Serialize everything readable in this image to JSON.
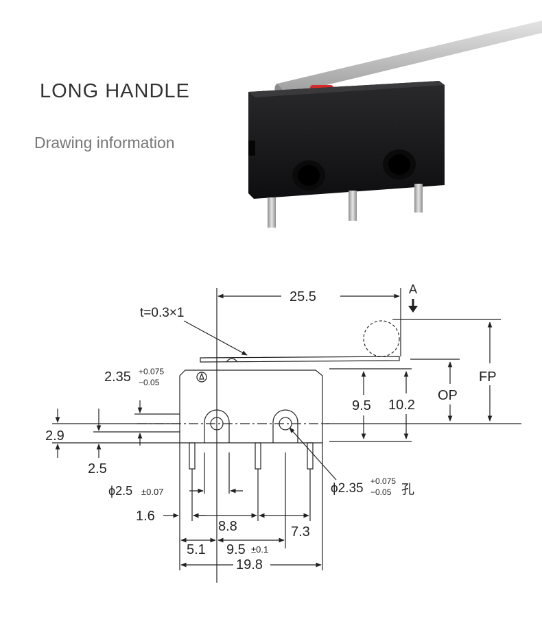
{
  "header": {
    "title": "LONG HANDLE",
    "subtitle": "Drawing information"
  },
  "icons": {
    "product_photo": "microswitch-photo",
    "view_arrow": "arrow-down-icon"
  },
  "colors": {
    "switch_body": "#1c1c1e",
    "plunger": "#d62a2a",
    "lever": "#b8b8b8",
    "line": "#222222"
  },
  "drawing": {
    "view_label": "A",
    "thickness": "t=0.3×1",
    "dim_25_5": "25.5",
    "tol_base": "2.35",
    "tol_plus": "+0.075",
    "tol_minus": "−0.05",
    "dim_9_5": "9.5",
    "dim_10_2": "10.2",
    "op": "OP",
    "fp": "FP",
    "dim_2_9": "2.9",
    "dim_2_5": "2.5",
    "hole_dia": "ϕ2.5",
    "hole_tol": "±0.07",
    "hole2_base": "ϕ2.35",
    "hole2_plus": "+0.075",
    "hole2_minus": "−0.05",
    "hole2_suffix": "孔",
    "dim_1_6": "1.6",
    "dim_8_8": "8.8",
    "dim_7_3": "7.3",
    "dim_5_1": "5.1",
    "dim_9_5b": "9.5",
    "dim_9_5b_tol": "±0.1",
    "dim_19_8": "19.8"
  }
}
